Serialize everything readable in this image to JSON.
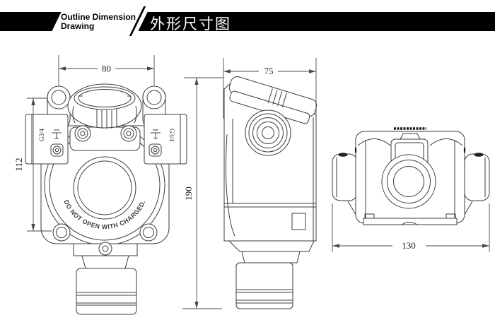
{
  "header": {
    "title_en_line1": "Outline Dimension",
    "title_en_line2": "Drawing",
    "title_zh": "外形尺寸图"
  },
  "dimensions": {
    "front_width_mm": "80",
    "front_mount_height_mm": "112",
    "side_depth_mm": "75",
    "overall_height_mm": "190",
    "rear_width_mm": "130"
  },
  "labels": {
    "thread_left": "G3/4",
    "thread_right": "G3/4",
    "warning_ring": "DO NOT OPEN WITH CHARGED."
  },
  "colors": {
    "banner_bg": "#000000",
    "line": "#3c3c3c"
  }
}
